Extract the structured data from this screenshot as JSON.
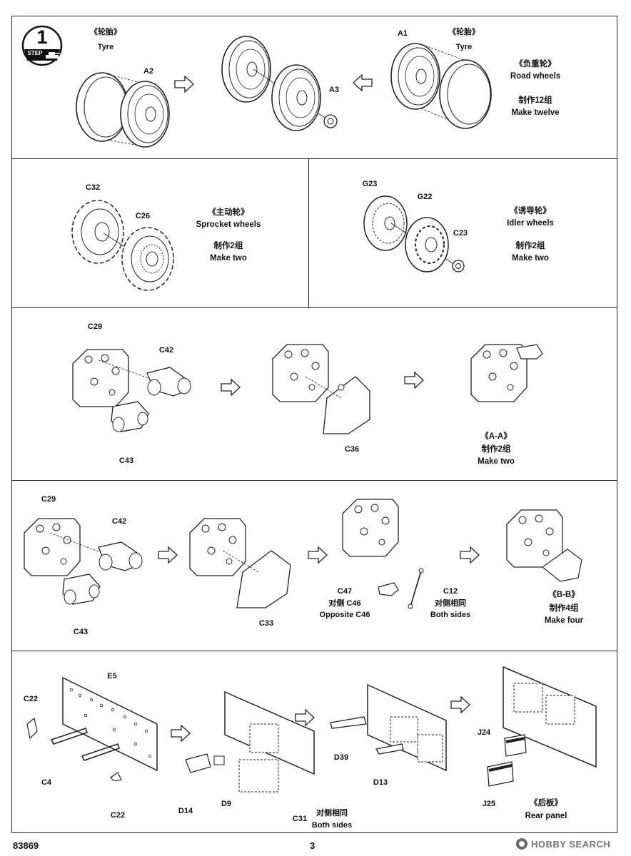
{
  "step": {
    "number": "1",
    "label": "STEP"
  },
  "panel1": {
    "tyre_left": {
      "cn": "《轮胎》",
      "en": "Tyre"
    },
    "tyre_right": {
      "cn": "《轮胎》",
      "en": "Tyre"
    },
    "parts": {
      "a2": "A2",
      "a3": "A3",
      "a1": "A1"
    },
    "title": {
      "cn": "《负重轮》",
      "en": "Road  wheels"
    },
    "qty": {
      "cn": "制作12组",
      "en": "Make twelve"
    }
  },
  "panel2": {
    "parts": {
      "c32": "C32",
      "c26": "C26"
    },
    "title": {
      "cn": "《主动轮》",
      "en": "Sprocket wheels"
    },
    "qty": {
      "cn": "制作2组",
      "en": "Make two"
    }
  },
  "panel3": {
    "parts": {
      "g23": "G23",
      "g22": "G22",
      "c23": "C23"
    },
    "title": {
      "cn": "《诱导轮》",
      "en": "Idler wheels"
    },
    "qty": {
      "cn": "制作2组",
      "en": "Make two"
    }
  },
  "panel4": {
    "parts": {
      "c29": "C29",
      "c42": "C42",
      "c43": "C43",
      "c36": "C36"
    },
    "section": "《A-A》",
    "qty": {
      "cn": "制作2组",
      "en": "Make two"
    }
  },
  "panel5": {
    "parts": {
      "c29": "C29",
      "c42": "C42",
      "c43": "C43",
      "c33": "C33",
      "c47": "C47",
      "c12": "C12"
    },
    "opposite": {
      "cn": "对侧 C46",
      "en": "Opposite C46"
    },
    "both": {
      "cn": "对侧相同",
      "en": "Both sides"
    },
    "section": "《B-B》",
    "qty": {
      "cn": "制作4组",
      "en": "Make four"
    }
  },
  "panel6": {
    "parts": {
      "c22a": "C22",
      "e5": "E5",
      "c4": "C4",
      "c22b": "C22",
      "d14": "D14",
      "d9": "D9",
      "c31": "C31",
      "d39": "D39",
      "d13": "D13",
      "j24": "J24",
      "j25": "J25"
    },
    "both": {
      "cn": "对侧相同",
      "en": "Both sides"
    },
    "rear": {
      "cn": "《后板》",
      "en": "Rear panel"
    }
  },
  "footer": {
    "code": "83869",
    "page": "3",
    "watermark": "HOBBY SEARCH"
  }
}
